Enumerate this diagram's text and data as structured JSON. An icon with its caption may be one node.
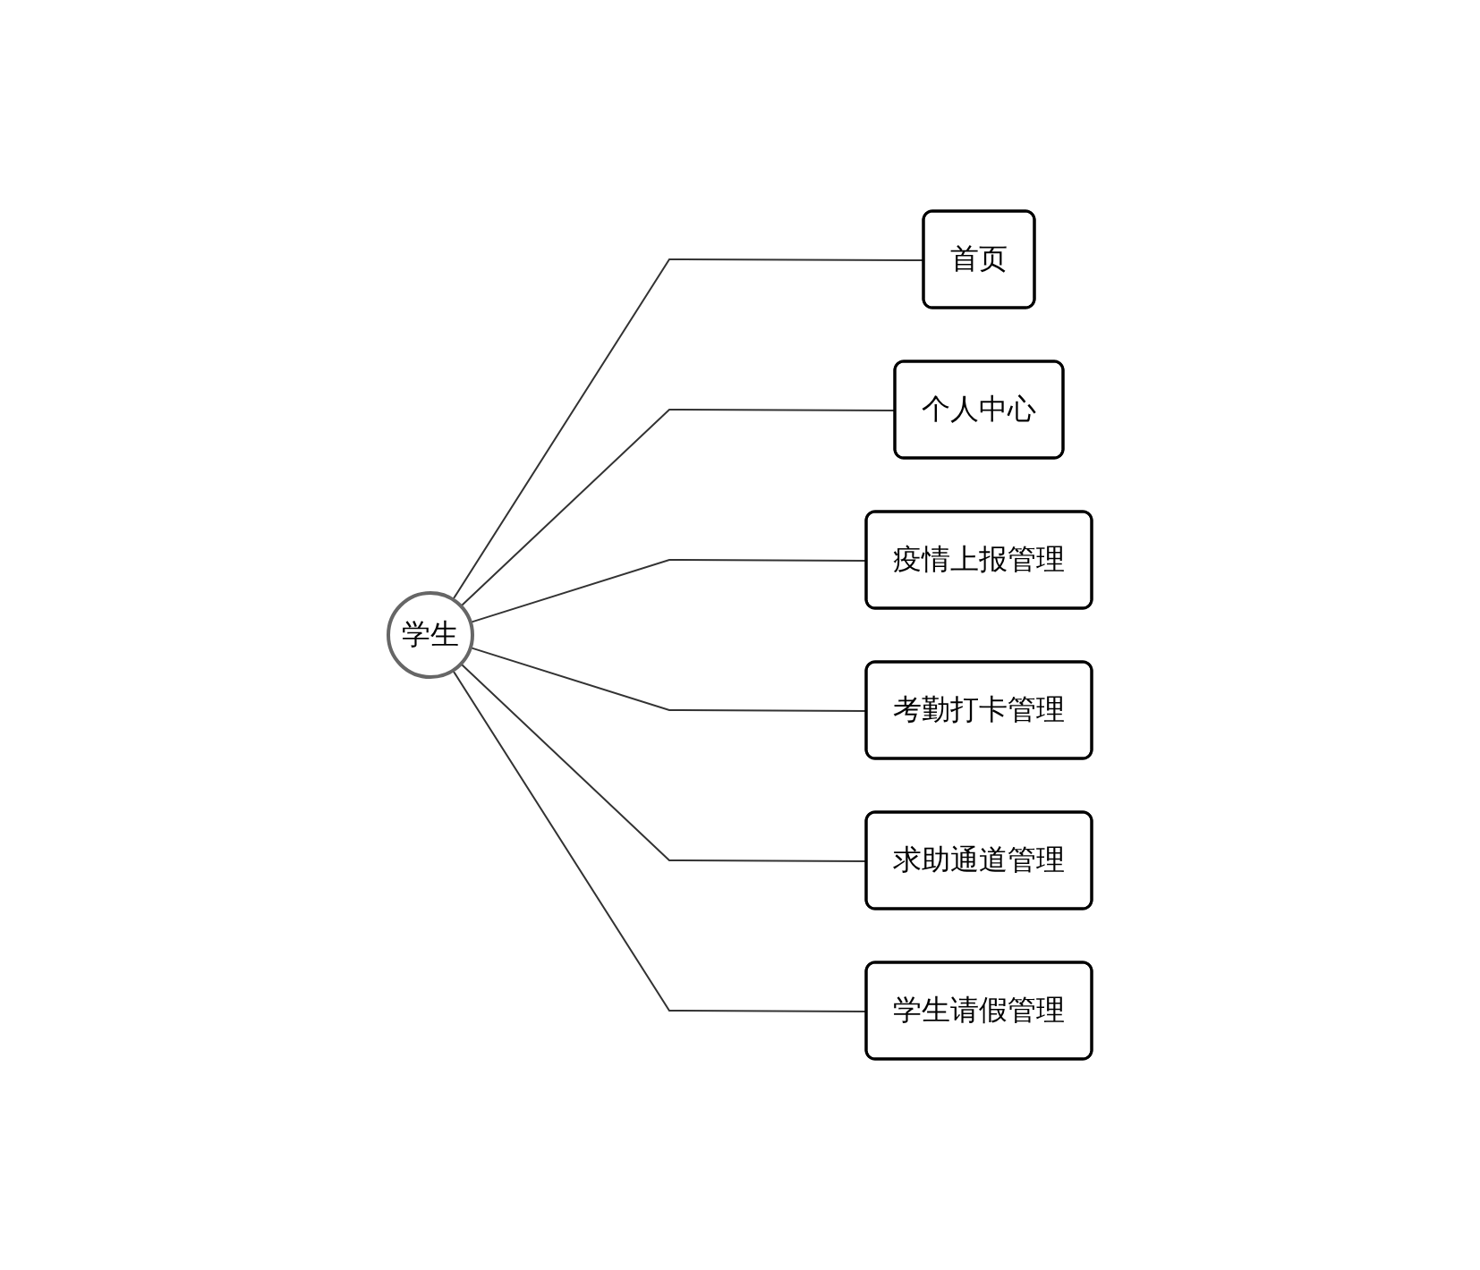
{
  "diagram": {
    "nodes": [
      {
        "text": [
          "学生"
        ]
      },
      {
        "text": [
          "首页"
        ]
      },
      {
        "text": [
          "个人中心"
        ]
      },
      {
        "text": [
          "疫情上报管理"
        ]
      },
      {
        "text": [
          "考勤打卡管理"
        ]
      },
      {
        "text": [
          "求助通道管理"
        ]
      },
      {
        "text": [
          "学生请假管理"
        ]
      }
    ],
    "edges": [
      {
        "from": 0,
        "to": 1,
        "arrow": "none"
      },
      {
        "from": 0,
        "to": 2,
        "arrow": "none"
      },
      {
        "from": 0,
        "to": 3,
        "arrow": "none"
      },
      {
        "from": 0,
        "to": 4,
        "arrow": "none"
      },
      {
        "from": 0,
        "to": 5,
        "arrow": "none"
      },
      {
        "from": 0,
        "to": 6,
        "arrow": "none"
      }
    ]
  }
}
